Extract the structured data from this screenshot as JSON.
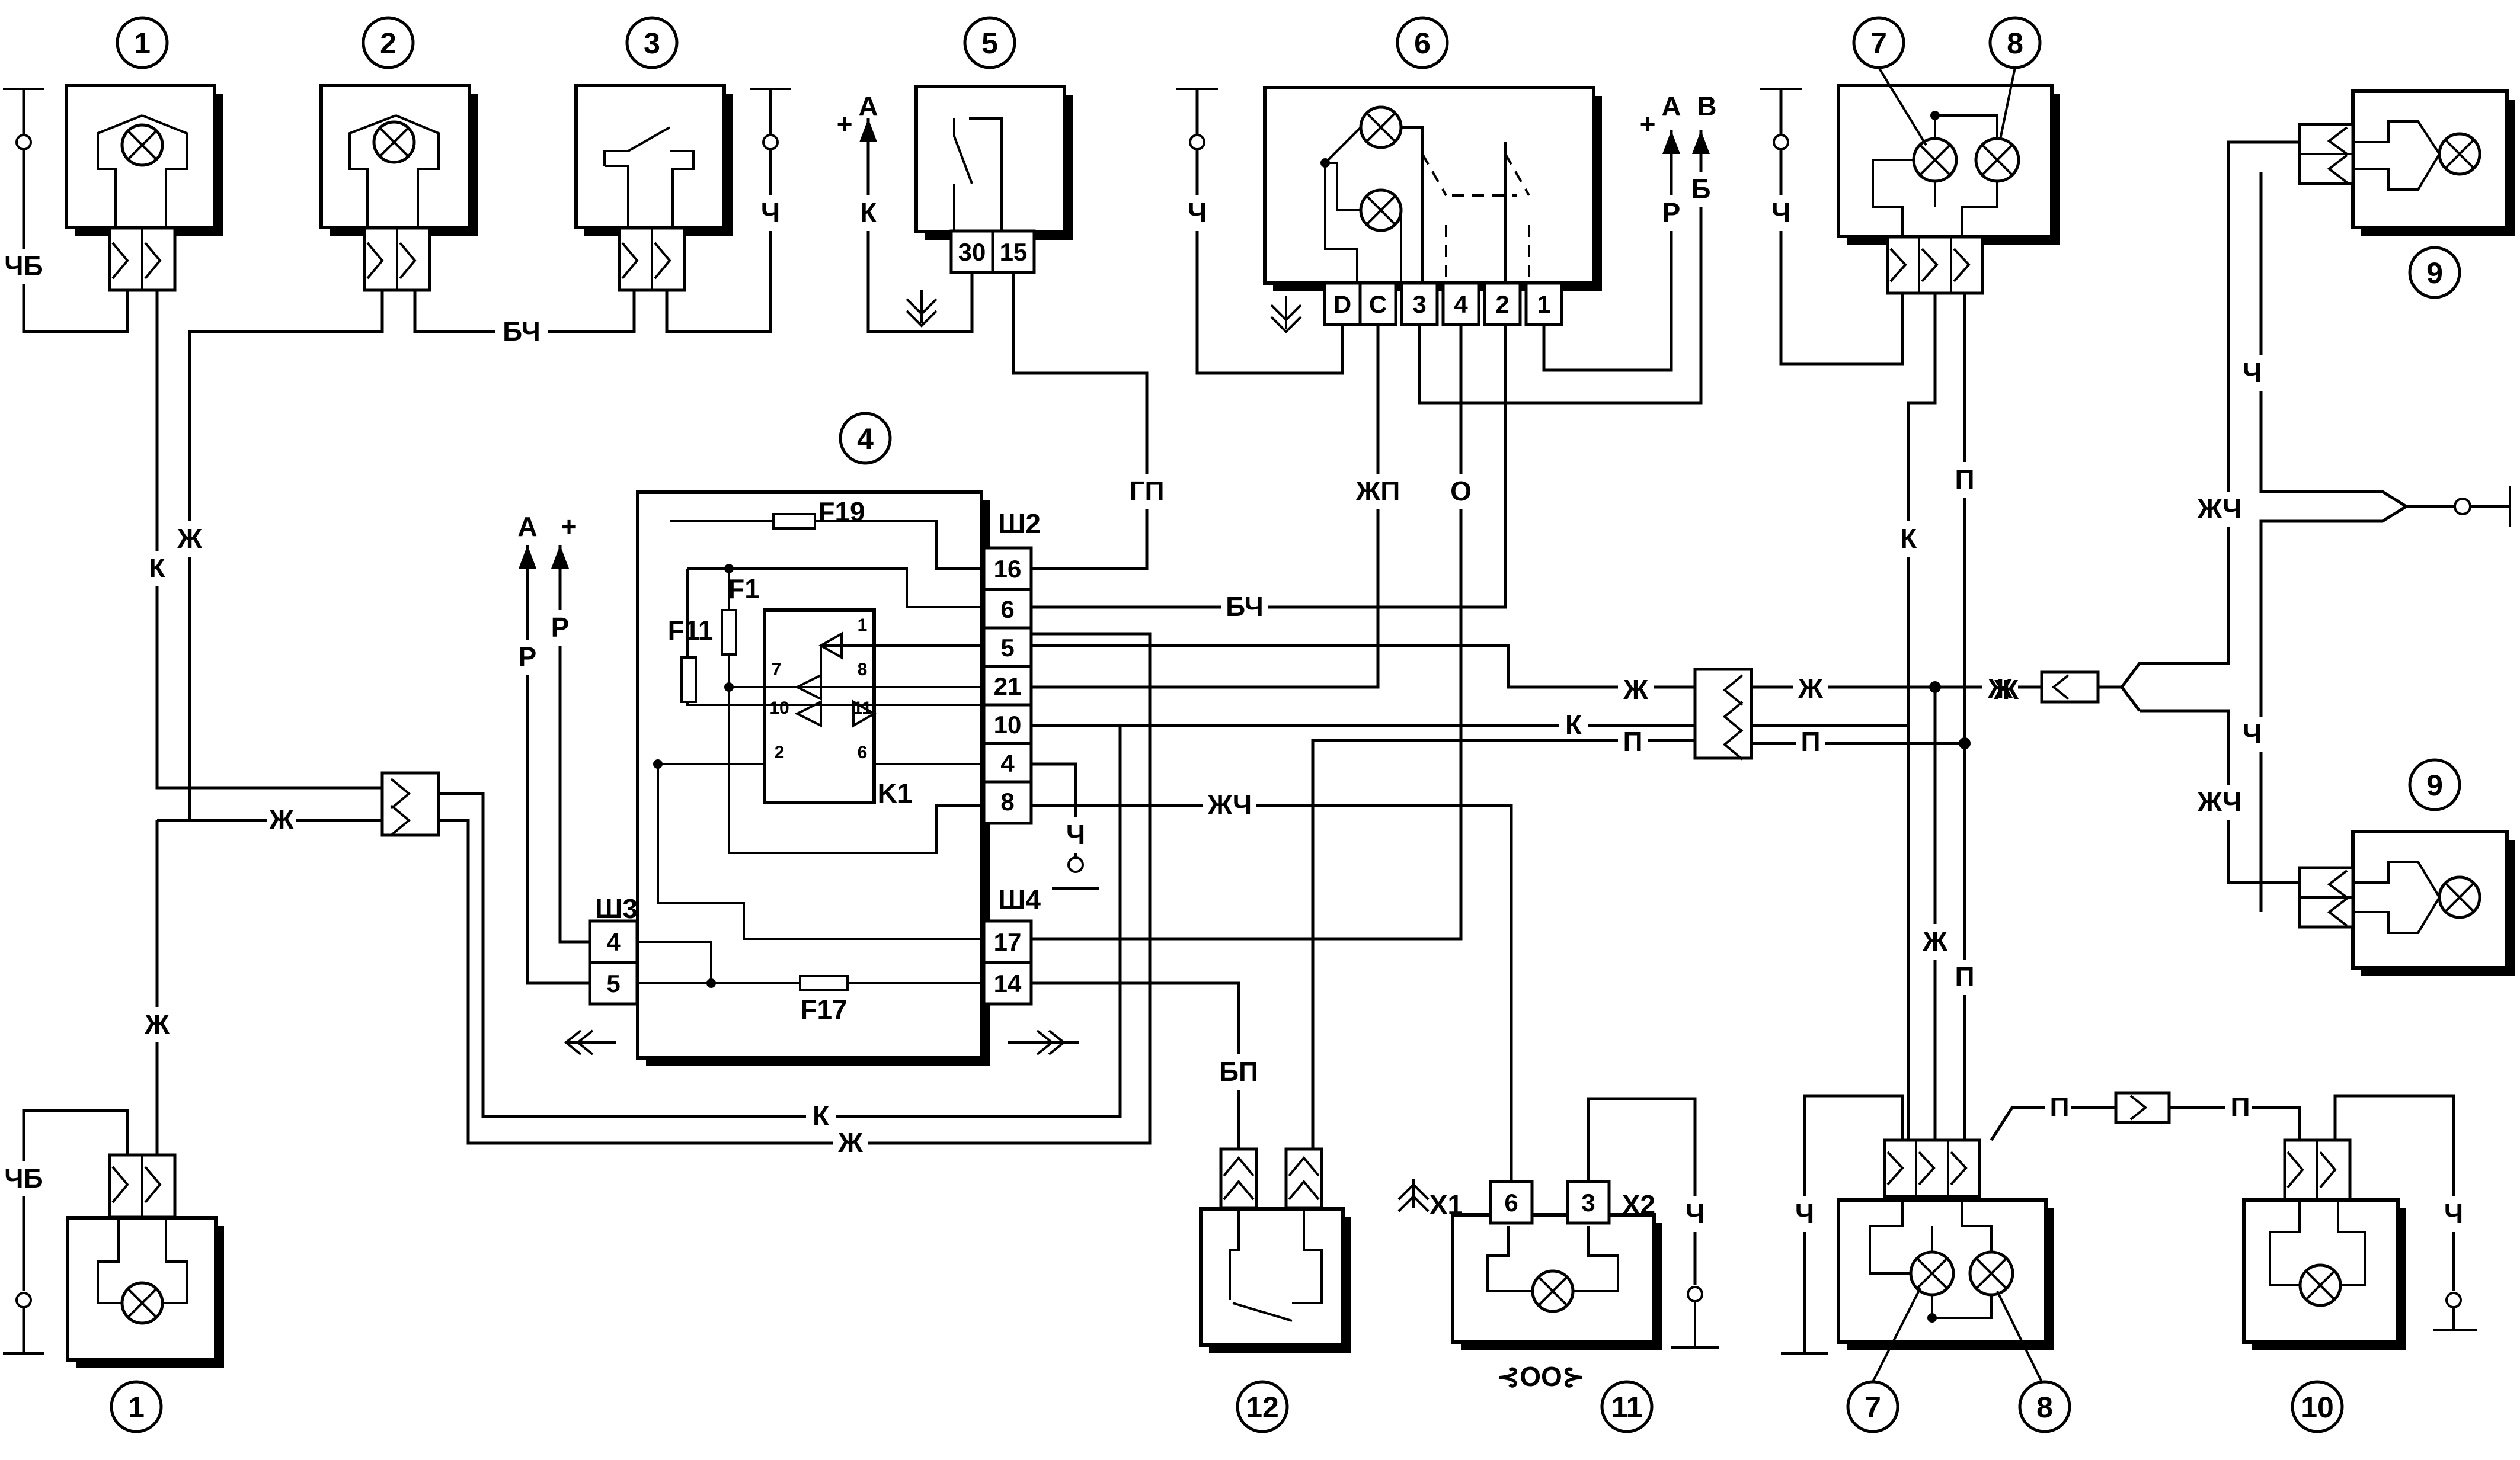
{
  "components": [
    {
      "number": "1",
      "key": "c1a"
    },
    {
      "number": "2",
      "key": "c2"
    },
    {
      "number": "3",
      "key": "c3"
    },
    {
      "number": "5",
      "key": "c5"
    },
    {
      "number": "6",
      "key": "c6"
    },
    {
      "number": "7",
      "key": "c7a"
    },
    {
      "number": "8",
      "key": "c8a"
    },
    {
      "number": "4",
      "key": "c4"
    },
    {
      "number": "9",
      "key": "c9a"
    },
    {
      "number": "9",
      "key": "c9b"
    },
    {
      "number": "1",
      "key": "c1b"
    },
    {
      "number": "12",
      "key": "c12"
    },
    {
      "number": "11",
      "key": "c11"
    },
    {
      "number": "7",
      "key": "c7b"
    },
    {
      "number": "8",
      "key": "c8b"
    },
    {
      "number": "10",
      "key": "c10"
    }
  ],
  "wire_labels": {
    "chb": "ЧБ",
    "ch": "Ч",
    "bch": "БЧ",
    "k": "К",
    "zh": "Ж",
    "gp": "ГП",
    "zhp": "ЖП",
    "o": "О",
    "r": "Р",
    "b": "Б",
    "p": "П",
    "zhch": "ЖЧ",
    "bp": "БП"
  },
  "terminals": {
    "a": "A",
    "v": "B",
    "plus": "+"
  },
  "relay5_pins": [
    "30",
    "15"
  ],
  "switch6_pins": [
    "D",
    "C",
    "3",
    "4",
    "2",
    "1"
  ],
  "block4": {
    "sh2": "Ш2",
    "sh3": "Ш3",
    "sh4": "Ш4",
    "sh2_pins": [
      "16",
      "6",
      "5",
      "21",
      "10",
      "4",
      "8"
    ],
    "sh4_pins": [
      "17",
      "14"
    ],
    "sh3_pins": [
      "4",
      "5"
    ],
    "fuses": [
      "F19",
      "F1",
      "F11",
      "F17"
    ],
    "relay": "K1",
    "relay_pins": [
      "1",
      "8",
      "7",
      "10",
      "11",
      "2",
      "6"
    ]
  },
  "lamp11": {
    "x1": "X1",
    "x2": "X2",
    "pins": [
      "6",
      "3"
    ],
    "symbol": "⊰OO⊱"
  }
}
